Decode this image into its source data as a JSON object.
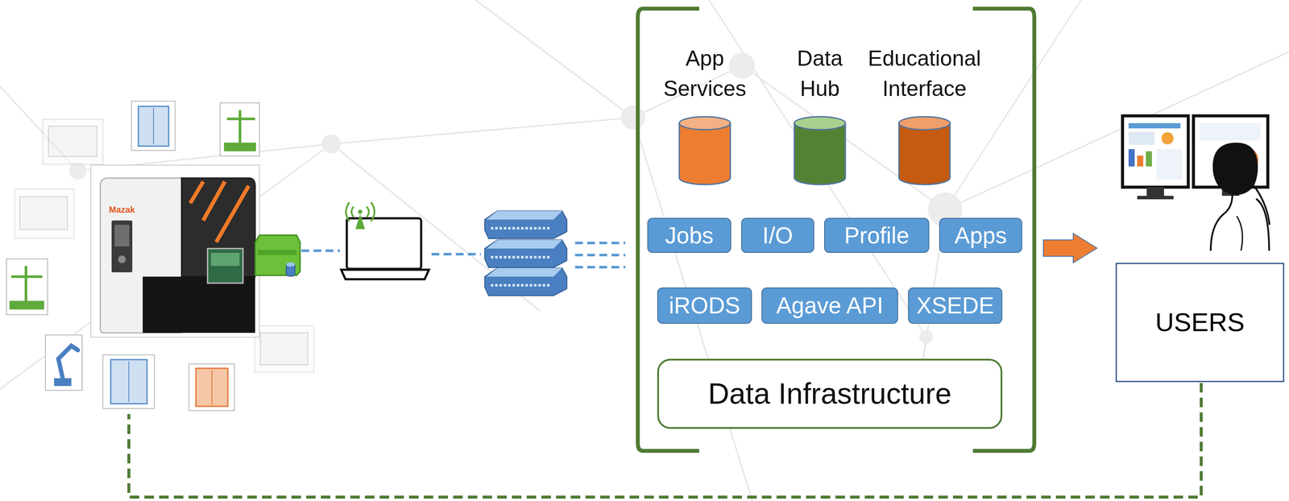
{
  "diagram": {
    "nodes": [
      {
        "text": [
          "App Services"
        ]
      },
      {
        "text": [
          "Data Hub"
        ]
      },
      {
        "text": [
          "Educational Interface"
        ]
      },
      {
        "text": [
          "Jobs"
        ]
      },
      {
        "text": [
          "I/O"
        ]
      },
      {
        "text": [
          "Profile"
        ]
      },
      {
        "text": [
          "Apps"
        ]
      },
      {
        "text": [
          "iRODS"
        ]
      },
      {
        "text": [
          "Agave API"
        ]
      },
      {
        "text": [
          "XSEDE"
        ]
      },
      {
        "text": [
          "Data Infrastructure"
        ]
      },
      {
        "text": [
          "USERS"
        ]
      }
    ],
    "labels": [
      "Mazak"
    ]
  }
}
